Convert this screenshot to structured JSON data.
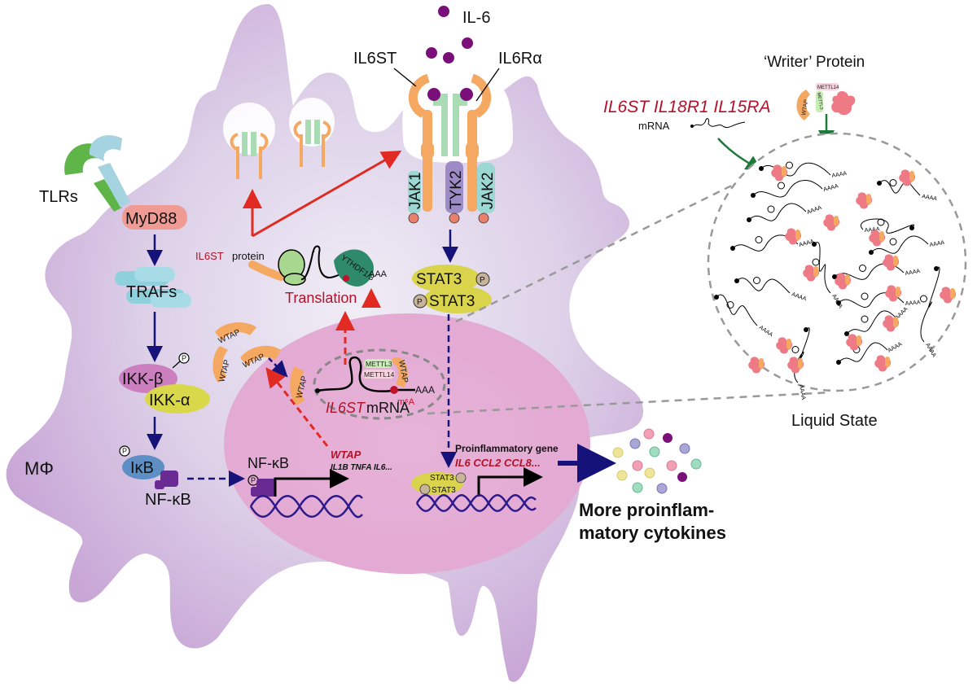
{
  "figure": {
    "cell_label": "MΦ",
    "extracellular": {
      "ligand": "IL-6",
      "receptor_left": "IL6ST",
      "receptor_right": "IL6Rα",
      "tlrs": "TLRs"
    },
    "kinases": {
      "jak1": "JAK1",
      "tyk2": "TYK2",
      "jak2": "JAK2",
      "phospho": "P"
    },
    "stat": {
      "stat3_top": "STAT3",
      "stat3_bottom": "STAT3"
    },
    "tlr_pathway": {
      "myd88": "MyD88",
      "trafs": "TRAFs",
      "ikk_beta": "IKK-β",
      "ikk_alpha": "IKK-α",
      "ikb": "IκB",
      "nfkb": "NF-κB"
    },
    "translation": {
      "protein_gene": "IL6ST",
      "protein_word": "protein",
      "reader": "YTHDF1/3",
      "polyA": "AAA",
      "label": "Translation"
    },
    "nucleus": {
      "wtap": "WTAP",
      "mettl3": "METTL3",
      "mettl14": "METTL14",
      "mrna_gene": "IL6ST",
      "mrna_word": "mRNA",
      "m6a": "m⁶A",
      "polyA": "AAA",
      "nfkb": "NF-κB",
      "nfkb_targets_title": "WTAP",
      "nfkb_targets": "IL1B TNFA IL6...",
      "stat_targets_title": "Proinflammatory gene",
      "stat_targets": "IL6 CCL2 CCL8...",
      "stat3": "STAT3"
    },
    "writer_panel": {
      "title": "‘Writer’ Protein",
      "genes": "IL6ST IL18R1 IL15RA",
      "mrna": "mRNA",
      "wtap": "WTAP",
      "mettl3": "METTL3",
      "mettl14": "METTL14",
      "polyA": "AAAA",
      "state_label": "Liquid State"
    },
    "output": {
      "line1": "More proinflam-",
      "line2": "matory cytokines"
    },
    "colors": {
      "cell": "#d4bedf",
      "nucleus": "#e6b1d6",
      "receptor_orange": "#f4a862",
      "receptor_green": "#a9dcb5",
      "il6_dot": "#7b0f7a",
      "arrow_navy": "#15127a",
      "arrow_red": "#e02a22",
      "arrow_green": "#1e7a3c",
      "gene_red": "#b3122a",
      "stat_yellow": "#d9d44b",
      "ikk_beta": "#cc7fbf",
      "ikk_alpha": "#d8d84a",
      "ikb": "#5e8fc4",
      "nfkb": "#6a2a93",
      "myd88": "#ef9a93",
      "trafs": "#8fd0dd",
      "jak_teal": "#9bd8d3",
      "tyk_purple": "#9c8bc4"
    }
  }
}
